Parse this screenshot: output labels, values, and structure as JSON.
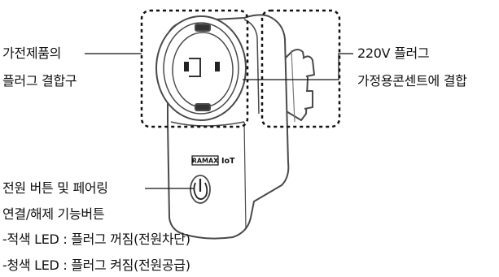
{
  "labels": {
    "appliance_socket": {
      "line1": "가전제품의",
      "line2": "플러그 결합구"
    },
    "wall_plug": {
      "line1": "220V 플러그",
      "line2": "가정용콘센트에 결합"
    },
    "power_button": {
      "line1": "전원 버튼 및 페어링",
      "line2": "연결/해제 기능버튼",
      "line3": "-적색 LED : 플러그 꺼짐(전원차단)",
      "line4": "-청색 LED : 플러그 켜짐(전원공급)"
    }
  },
  "device": {
    "brand_prefix": "RAMAX",
    "brand_suffix": "IoT"
  }
}
